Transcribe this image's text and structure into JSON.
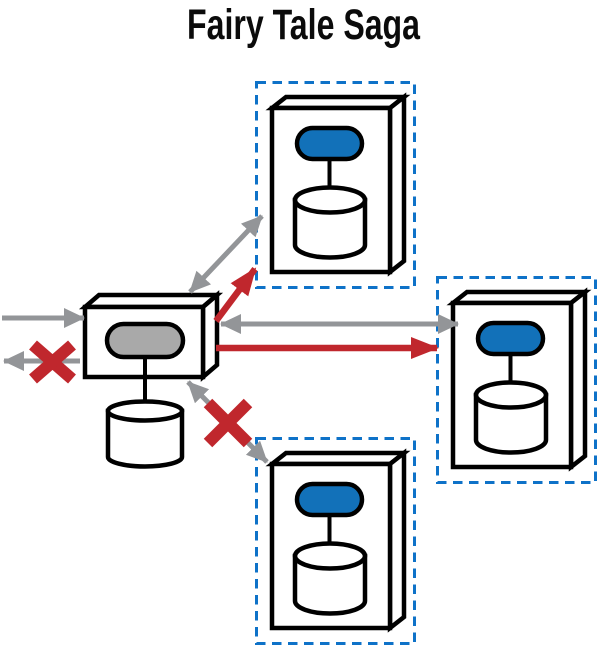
{
  "title": "Fairy Tale Saga",
  "colors": {
    "accent_blue": "#1271B9",
    "dashed_blue": "#0E72C8",
    "arrow_gray": "#939598",
    "arrow_red": "#C0272D",
    "pill_gray": "#A9A9A9",
    "outline": "#000000",
    "bg": "#FFFFFF"
  },
  "diagram": {
    "type": "saga-architecture-diagram",
    "nodes": [
      {
        "id": "mediator",
        "kind": "orchestrator-box",
        "icon": "gray-pill-service",
        "has_database": true,
        "bounded_context": false
      },
      {
        "id": "service-top",
        "kind": "service-box",
        "icon": "blue-pill-service",
        "has_database": true,
        "bounded_context": true
      },
      {
        "id": "service-right",
        "kind": "service-box",
        "icon": "blue-pill-service",
        "has_database": true,
        "bounded_context": true
      },
      {
        "id": "service-bottom",
        "kind": "service-box",
        "icon": "blue-pill-service",
        "has_database": true,
        "bounded_context": true
      }
    ],
    "edges": [
      {
        "from": "external-left",
        "to": "mediator",
        "heads": "single",
        "color": "gray",
        "crossed": false
      },
      {
        "from": "mediator",
        "to": "external-left",
        "heads": "single",
        "color": "gray",
        "crossed": true
      },
      {
        "from": "mediator",
        "to": "service-top",
        "heads": "double",
        "color": "gray",
        "crossed": false
      },
      {
        "from": "mediator",
        "to": "service-top",
        "heads": "single",
        "color": "red",
        "crossed": false
      },
      {
        "from": "mediator",
        "to": "service-right",
        "heads": "double",
        "color": "gray",
        "crossed": false
      },
      {
        "from": "mediator",
        "to": "service-right",
        "heads": "single",
        "color": "red",
        "crossed": false
      },
      {
        "from": "mediator",
        "to": "service-bottom",
        "heads": "double",
        "color": "gray",
        "crossed": true
      }
    ]
  }
}
